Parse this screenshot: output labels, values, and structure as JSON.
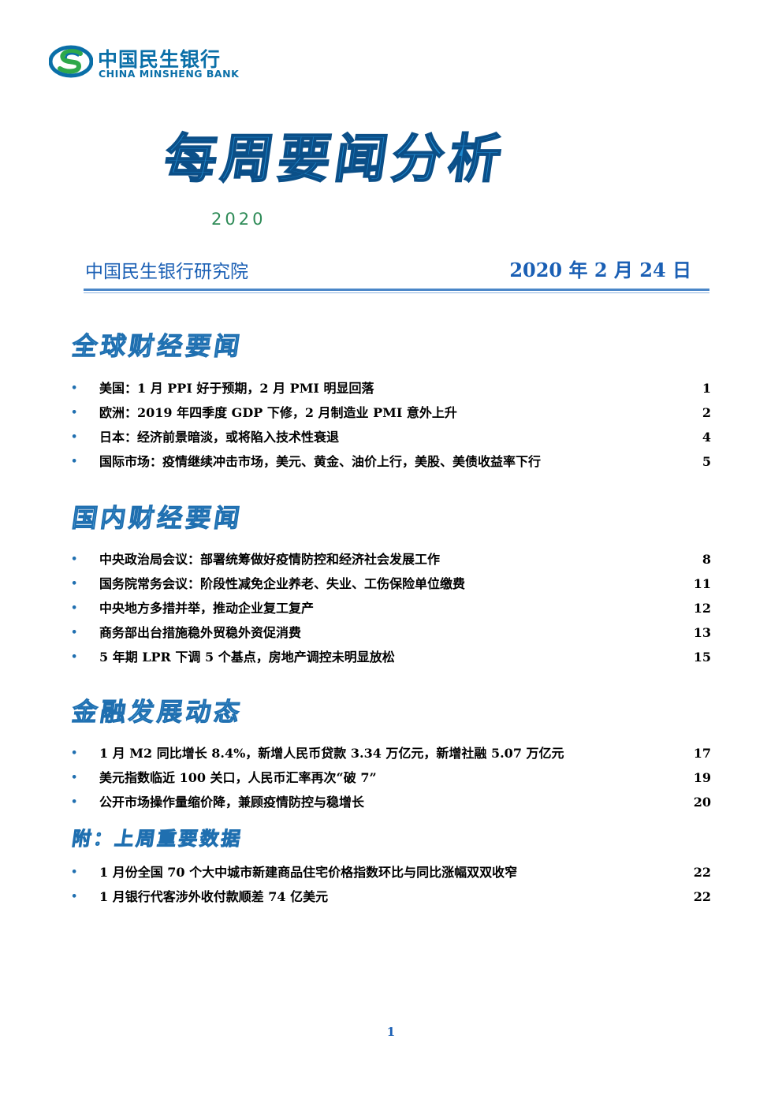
{
  "header": {
    "bank_name_cn": "中国民生银行",
    "bank_name_en": "CHINA MINSHENG BANK",
    "brand_color": "#0a6fa8"
  },
  "title": "每周要闻分析",
  "year": "2020",
  "institute": "中国民生银行研究院",
  "date": "2020 年 2 月 24 日",
  "sections": [
    {
      "heading": "全球财经要闻",
      "items": [
        {
          "text": "美国：1 月 PPI 好于预期，2 月 PMI 明显回落",
          "page": "1"
        },
        {
          "text": "欧洲：2019 年四季度 GDP 下修，2 月制造业 PMI 意外上升",
          "page": "2"
        },
        {
          "text": "日本：经济前景暗淡，或将陷入技术性衰退",
          "page": "4"
        },
        {
          "text": "国际市场：疫情继续冲击市场，美元、黄金、油价上行，美股、美债收益率下行",
          "page": "5"
        }
      ]
    },
    {
      "heading": "国内财经要闻",
      "items": [
        {
          "text": "中央政治局会议：部署统筹做好疫情防控和经济社会发展工作",
          "page": "8"
        },
        {
          "text": "国务院常务会议：阶段性减免企业养老、失业、工伤保险单位缴费",
          "page": "11"
        },
        {
          "text": "中央地方多措并举，推动企业复工复产",
          "page": "12"
        },
        {
          "text": "商务部出台措施稳外贸稳外资促消费",
          "page": "13"
        },
        {
          "text": "5 年期 LPR 下调 5 个基点，房地产调控未明显放松",
          "page": "15"
        }
      ]
    },
    {
      "heading": "金融发展动态",
      "items": [
        {
          "text": "1 月 M2 同比增长 8.4%，新增人民币贷款 3.34 万亿元，新增社融 5.07 万亿元",
          "page": "17"
        },
        {
          "text": "美元指数临近 100 关口，人民币汇率再次“破 7”",
          "page": "19"
        },
        {
          "text": "公开市场操作量缩价降，兼顾疫情防控与稳增长",
          "page": "20"
        }
      ]
    },
    {
      "heading": "附：上周重要数据",
      "items": [
        {
          "text": "1 月份全国 70 个大中城市新建商品住宅价格指数环比与同比涨幅双双收窄",
          "page": "22"
        },
        {
          "text": "1 月银行代客涉外收付款顺差 74 亿美元",
          "page": "22"
        }
      ]
    }
  ],
  "bullet": "•",
  "page_number": "1"
}
